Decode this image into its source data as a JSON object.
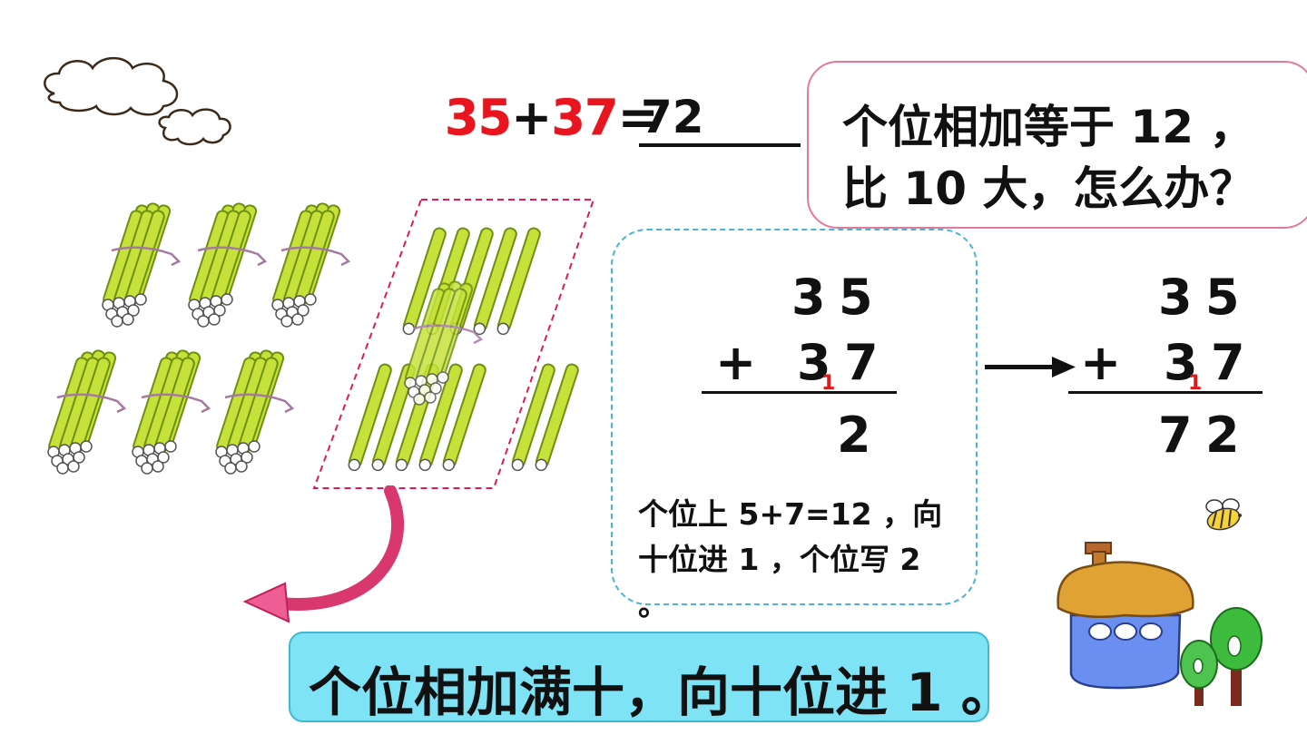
{
  "equation": {
    "a": "35",
    "plus": "+",
    "b": "37",
    "eq": "=",
    "answer": "72"
  },
  "question": {
    "line1": "个位相加等于 12 ，",
    "line2": "比 10 大，怎么办？"
  },
  "calc_left": {
    "top_tens": "3",
    "top_ones": "5",
    "op": "+",
    "bottom_tens": "3",
    "bottom_ones": "7",
    "carry": "1",
    "result_ones": "2"
  },
  "calc_right": {
    "top_tens": "3",
    "top_ones": "5",
    "op": "+",
    "bottom_tens": "3",
    "bottom_ones": "7",
    "carry": "1",
    "result_tens": "7",
    "result_ones": "2"
  },
  "note": {
    "line1": "个位上 5+7=12 ，向",
    "line2": "十位进 1 ，个位写 2",
    "line3": "。"
  },
  "summary": "个位相加满十，向十位进 1 。",
  "colors": {
    "accent_red": "#e8141e",
    "stick_green": "#c6e23a",
    "box_cyan": "#7ee3f5",
    "question_border": "#e27a9a"
  }
}
